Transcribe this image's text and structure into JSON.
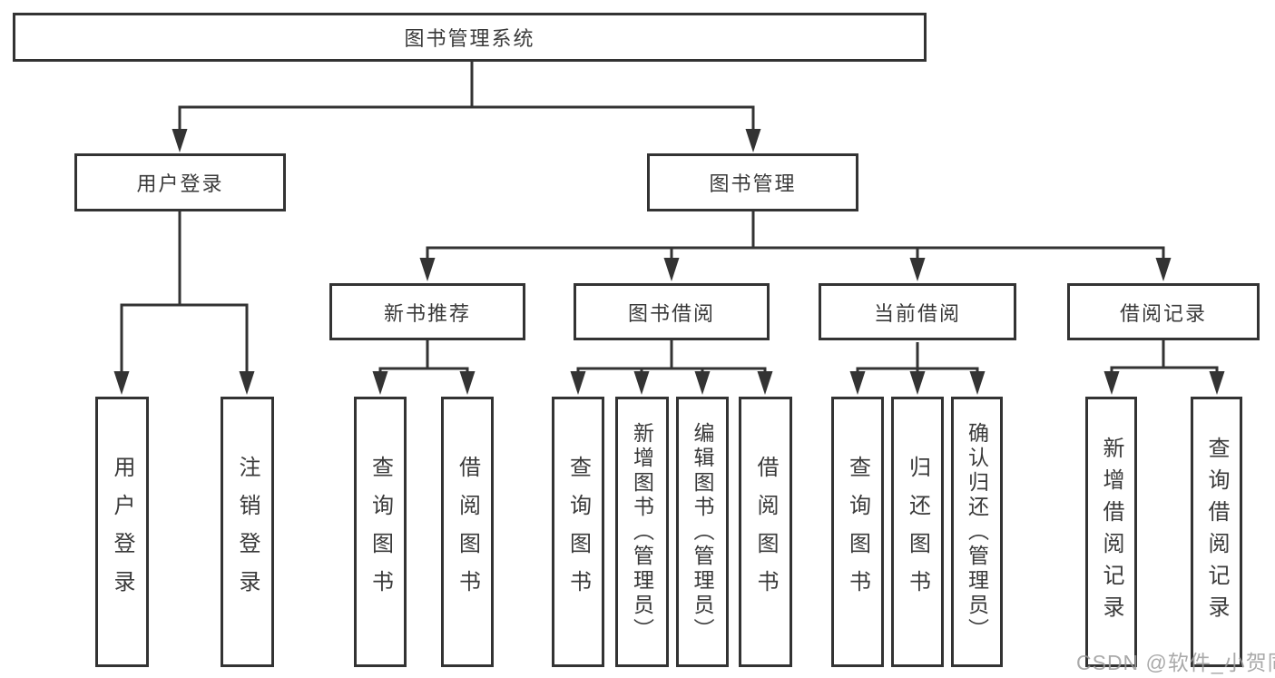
{
  "diagram": {
    "root": {
      "label": "图书管理系统"
    },
    "branches": [
      {
        "id": "user-login",
        "label": "用户登录"
      },
      {
        "id": "book-management",
        "label": "图书管理"
      }
    ],
    "sections": [
      {
        "id": "new-book-recommend",
        "label": "新书推荐"
      },
      {
        "id": "book-borrowing",
        "label": "图书借阅"
      },
      {
        "id": "current-borrowing",
        "label": "当前借阅"
      },
      {
        "id": "borrowing-records",
        "label": "借阅记录"
      }
    ],
    "leaves": [
      {
        "id": "user-login-login",
        "parent": "user-login",
        "label": "用户登录"
      },
      {
        "id": "user-login-logout",
        "parent": "user-login",
        "label": "注销登录"
      },
      {
        "id": "newbook-query",
        "parent": "new-book-recommend",
        "label": "查询图书"
      },
      {
        "id": "newbook-borrow",
        "parent": "new-book-recommend",
        "label": "借阅图书"
      },
      {
        "id": "borrow-query",
        "parent": "book-borrowing",
        "label": "查询图书"
      },
      {
        "id": "borrow-add",
        "parent": "book-borrowing",
        "label": "新增图书（管理员）"
      },
      {
        "id": "borrow-edit",
        "parent": "book-borrowing",
        "label": "编辑图书（管理员）"
      },
      {
        "id": "borrow-borrow",
        "parent": "book-borrowing",
        "label": "借阅图书"
      },
      {
        "id": "current-query",
        "parent": "current-borrowing",
        "label": "查询图书"
      },
      {
        "id": "current-return",
        "parent": "current-borrowing",
        "label": "归还图书"
      },
      {
        "id": "current-confirm",
        "parent": "current-borrowing",
        "label": "确认归还（管理员）"
      },
      {
        "id": "records-add",
        "parent": "borrowing-records",
        "label": "新增借阅记录"
      },
      {
        "id": "records-query",
        "parent": "borrowing-records",
        "label": "查询借阅记录"
      }
    ],
    "hierarchy": {
      "图书管理系统": {
        "用户登录": [
          "用户登录",
          "注销登录"
        ],
        "图书管理": {
          "新书推荐": [
            "查询图书",
            "借阅图书"
          ],
          "图书借阅": [
            "查询图书",
            "新增图书（管理员）",
            "编辑图书（管理员）",
            "借阅图书"
          ],
          "当前借阅": [
            "查询图书",
            "归还图书",
            "确认归还（管理员）"
          ],
          "借阅记录": [
            "新增借阅记录",
            "查询借阅记录"
          ]
        }
      }
    }
  },
  "watermark": {
    "text": "CSDN @软件_小贺同学"
  },
  "colors": {
    "line": "#333333",
    "text": "#3a3a3a",
    "box_background": "#ffffff",
    "page_background": "#ffffff",
    "watermark": "#9b9b9b"
  }
}
